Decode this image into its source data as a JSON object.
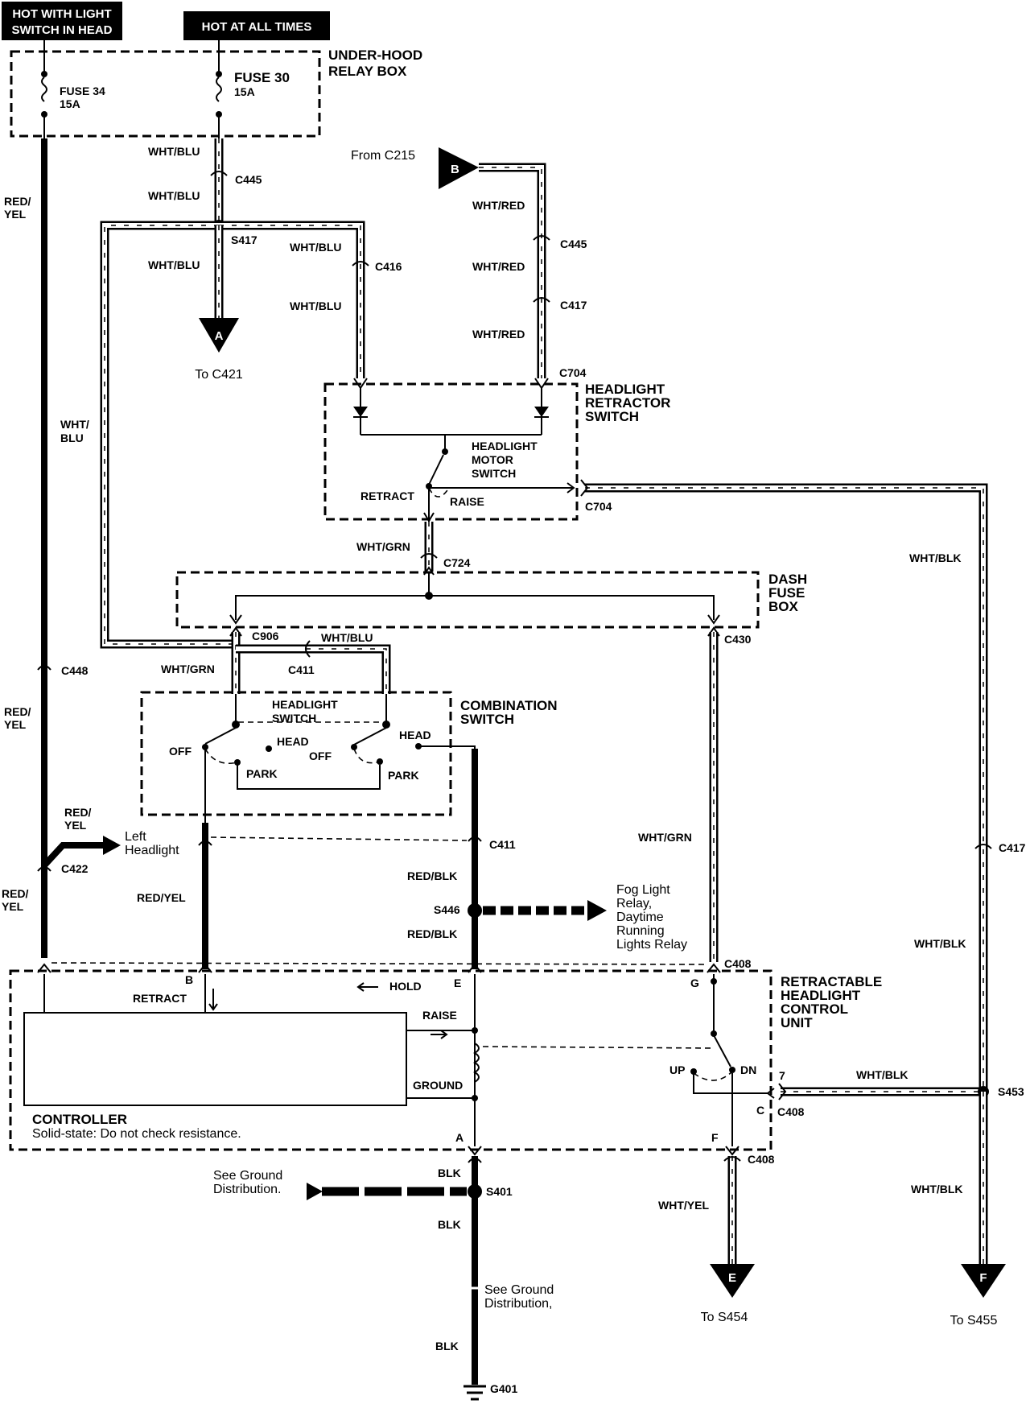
{
  "headers": {
    "hot_light_switch_line1": "HOT WITH LIGHT",
    "hot_light_switch_line2": "SWITCH IN HEAD",
    "hot_all_times": "HOT AT ALL TIMES"
  },
  "relay_box": {
    "name_line1": "UNDER-HOOD",
    "name_line2": "RELAY BOX",
    "fuse34_name": "FUSE 34",
    "fuse34_rating": "15A",
    "fuse30_name": "FUSE 30",
    "fuse30_rating": "15A"
  },
  "retractor_switch": {
    "name_line1": "HEADLIGHT",
    "name_line2": "RETRACTOR",
    "name_line3": "SWITCH",
    "motor_line1": "HEADLIGHT",
    "motor_line2": "MOTOR",
    "motor_line3": "SWITCH",
    "retract": "RETRACT",
    "raise": "RAISE"
  },
  "dash_fuse_box": {
    "line1": "DASH",
    "line2": "FUSE",
    "line3": "BOX"
  },
  "combination_switch": {
    "name_line1": "COMBINATION",
    "name_line2": "SWITCH",
    "headlight_line1": "HEADLIGHT",
    "headlight_line2": "SWITCH",
    "off_left": "OFF",
    "head_mid": "HEAD",
    "off_mid": "OFF",
    "head_right": "HEAD",
    "park_left": "PARK",
    "park_right": "PARK"
  },
  "control_unit": {
    "name_line1": "RETRACTABLE",
    "name_line2": "HEADLIGHT",
    "name_line3": "CONTROL",
    "name_line4": "UNIT",
    "retract": "RETRACT",
    "hold": "HOLD",
    "raise": "RAISE",
    "ground": "GROUND",
    "up": "UP",
    "dn": "DN",
    "controller": "CONTROLLER",
    "controller_note": "Solid-state: Do not check resistance.",
    "pin_a": "A",
    "pin_b": "B",
    "pin_c": "C",
    "pin_e": "E",
    "pin_f": "F",
    "pin_g": "G",
    "pin_7": "7"
  },
  "connectors": {
    "c445_a": "C445",
    "c445_b": "C445",
    "c417_a": "C417",
    "c417_b": "C417",
    "c416": "C416",
    "c704_a": "C704",
    "c704_b": "C704",
    "c724": "C724",
    "c906": "C906",
    "c411_a": "C411",
    "c411_b": "C411",
    "c430": "C430",
    "c448": "C448",
    "c422": "C422",
    "c408_a": "C408",
    "c408_b": "C408",
    "c408_c": "C408"
  },
  "splices": {
    "s417": "S417",
    "s446": "S446",
    "s401": "S401",
    "s453": "S453",
    "g401": "G401"
  },
  "wires": {
    "wht_blu_1": "WHT/BLU",
    "wht_blu_2": "WHT/BLU",
    "wht_blu_3": "WHT/BLU",
    "wht_blu_4": "WHT/BLU",
    "wht_blu_5": "WHT/BLU",
    "wht_blu_6": "WHT/BLU",
    "wht_blu_v1": "WHT/",
    "wht_blu_v2": "BLU",
    "wht_red_1": "WHT/RED",
    "wht_red_2": "WHT/RED",
    "wht_red_3": "WHT/RED",
    "red_yel_1a": "RED/",
    "red_yel_1b": "YEL",
    "red_yel_2a": "RED/",
    "red_yel_2b": "YEL",
    "red_yel_3a": "RED/",
    "red_yel_3b": "YEL",
    "red_yel_4a": "RED/",
    "red_yel_4b": "YEL",
    "red_yel_5": "RED/YEL",
    "wht_grn_1": "WHT/GRN",
    "wht_grn_2": "WHT/GRN",
    "wht_grn_3": "WHT/GRN",
    "wht_blk_1": "WHT/BLK",
    "wht_blk_2": "WHT/BLK",
    "wht_blk_3": "WHT/BLK",
    "wht_blk_4": "WHT/BLK",
    "red_blk_1": "RED/BLK",
    "red_blk_2": "RED/BLK",
    "blk_1": "BLK",
    "blk_2": "BLK",
    "blk_3": "BLK",
    "wht_yel": "WHT/YEL"
  },
  "references": {
    "from_c215": "From C215",
    "b_letter": "B",
    "a_letter": "A",
    "to_c421": "To C421",
    "left_headlight_1": "Left",
    "left_headlight_2": "Headlight",
    "fog_1": "Fog Light",
    "fog_2": "Relay,",
    "fog_3": "Daytime",
    "fog_4": "Running",
    "fog_5": "Lights Relay",
    "see_ground_1a": "See Ground",
    "see_ground_1b": "Distribution.",
    "see_ground_2a": "See Ground",
    "see_ground_2b": "Distribution,",
    "e_letter": "E",
    "to_s454": "To S454",
    "f_letter": "F",
    "to_s455": "To S455"
  }
}
